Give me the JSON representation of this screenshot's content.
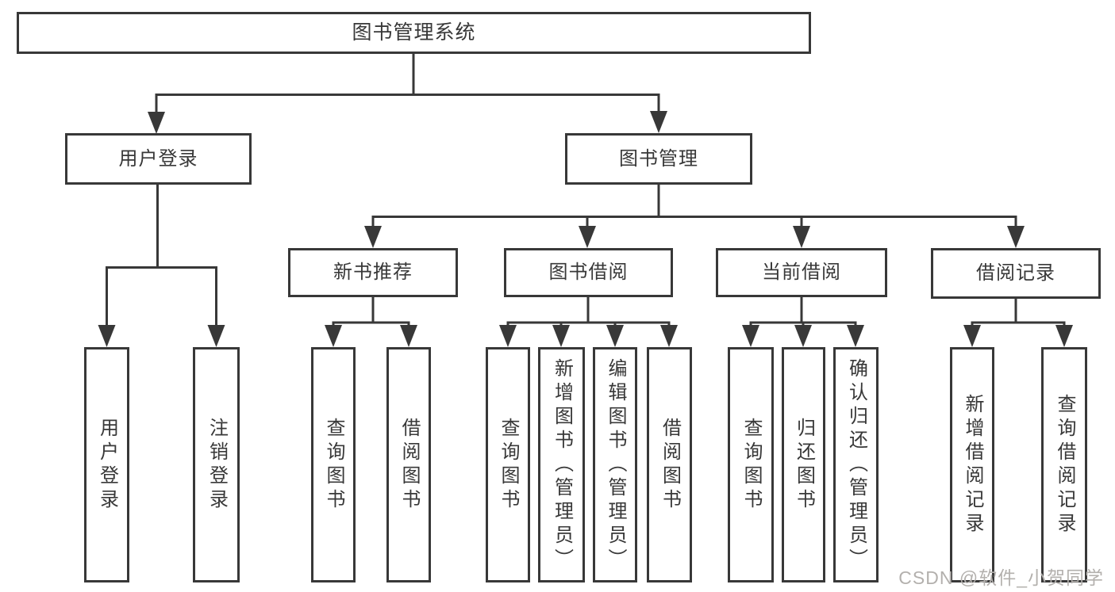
{
  "tree": {
    "root": {
      "label": "图书管理系统",
      "children": [
        {
          "label": "用户登录",
          "children": [
            {
              "label": "用户登录"
            },
            {
              "label": "注销登录"
            }
          ]
        },
        {
          "label": "图书管理",
          "children": [
            {
              "label": "新书推荐",
              "children": [
                {
                  "label": "查询图书"
                },
                {
                  "label": "借阅图书"
                }
              ]
            },
            {
              "label": "图书借阅",
              "children": [
                {
                  "label": "查询图书"
                },
                {
                  "label": "新增图书（管理员）"
                },
                {
                  "label": "编辑图书（管理员）"
                },
                {
                  "label": "借阅图书"
                }
              ]
            },
            {
              "label": "当前借阅",
              "children": [
                {
                  "label": "查询图书"
                },
                {
                  "label": "归还图书"
                },
                {
                  "label": "确认归还（管理员）"
                }
              ]
            },
            {
              "label": "借阅记录",
              "children": [
                {
                  "label": "新增借阅记录"
                },
                {
                  "label": "查询借阅记录"
                }
              ]
            }
          ]
        }
      ]
    }
  },
  "watermark": {
    "text": "CSDN @软件_小贺同学"
  },
  "colors": {
    "line": "#383838",
    "box_background": "#ffffff",
    "watermark": "#b3b0ad"
  }
}
